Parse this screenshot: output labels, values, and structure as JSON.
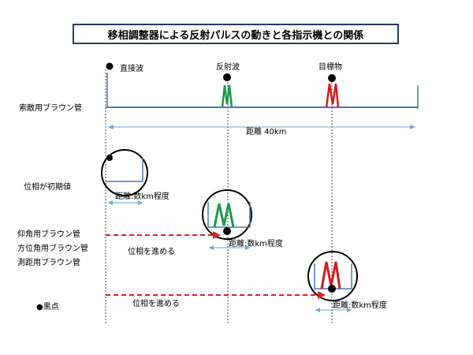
{
  "title": "移相調整器による反射パルスの動きと各指示機との関係",
  "markers": {
    "direct": "直接波",
    "reflected": "反射波",
    "target": "目標物"
  },
  "labels": {
    "search_scope": "索敵用ブラウン管",
    "phase_initial": "位相が初期値",
    "elevation_scope": "仰角用ブラウン管",
    "bearing_scope": "方位角用ブラウン管",
    "range_scope": "測距用ブラウン管",
    "black_dot": "●黒点",
    "phase_advance_1": "位相を進める",
    "phase_advance_2": "位相を進める"
  },
  "distances": {
    "total": "距離 40km",
    "window_1": "距離:数km程度",
    "window_2": "距離:数km程度",
    "window_3": "距離:数km程度"
  },
  "colors": {
    "baseline": "#4a78b8",
    "green_pulse": "#1f9a4a",
    "red_pulse": "#d41a1a",
    "arrow_red": "#e02020",
    "dim_arrow": "#6fa6d8"
  }
}
